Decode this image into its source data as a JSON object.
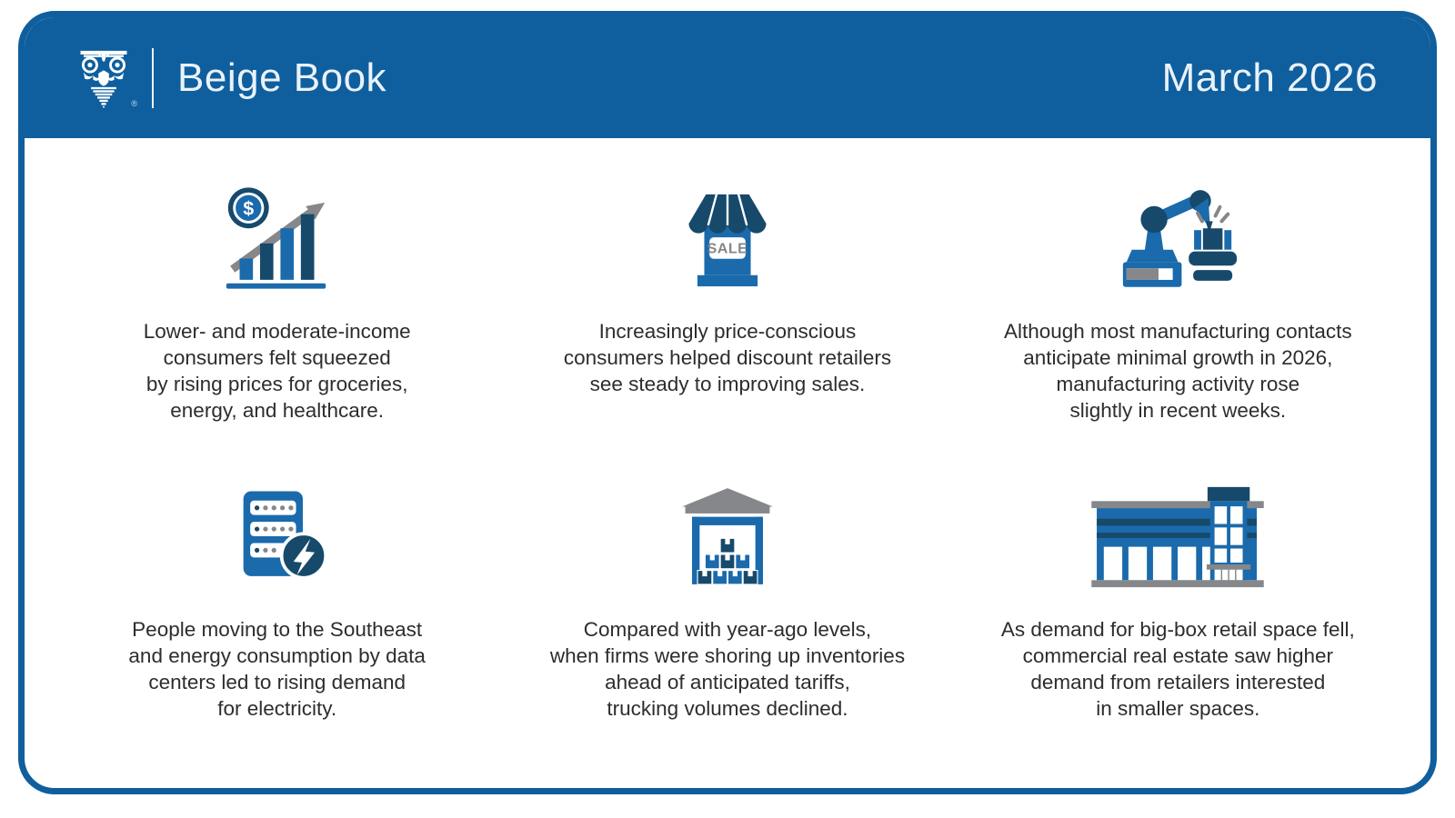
{
  "palette": {
    "brand_blue": "#0f5f9e",
    "icon_blue": "#1a6aac",
    "icon_navy": "#17496b",
    "icon_gray": "#85878a",
    "text_dark": "#2d2d2d",
    "header_text": "#eaf2f9"
  },
  "header": {
    "title": "Beige Book",
    "date": "March 2026",
    "logo": "federal-reserve-column-logo",
    "registered": "®"
  },
  "panels": [
    {
      "icon": "rising-prices-bar-chart-icon",
      "icon_symbol": "$",
      "lines": [
        "Lower- and moderate-income",
        "consumers felt squeezed",
        "by rising prices for groceries,",
        "energy, and healthcare."
      ]
    },
    {
      "icon": "discount-storefront-icon",
      "icon_label": "SALE",
      "lines": [
        "Increasingly price-conscious",
        "consumers helped discount retailers",
        "see steady to improving sales."
      ]
    },
    {
      "icon": "robotic-arm-icon",
      "lines": [
        "Although most manufacturing contacts",
        "anticipate minimal growth in 2026,",
        "manufacturing activity rose",
        "slightly in recent weeks."
      ]
    },
    {
      "icon": "data-center-electricity-icon",
      "lines": [
        "People moving to the Southeast",
        "and energy consumption by data",
        "centers led to rising demand",
        "for electricity."
      ]
    },
    {
      "icon": "warehouse-inventory-icon",
      "lines": [
        "Compared with year-ago levels,",
        "when firms were shoring up inventories",
        "ahead of anticipated tariffs,",
        "trucking volumes declined."
      ]
    },
    {
      "icon": "big-box-retail-building-icon",
      "lines": [
        "As demand for big-box retail space fell,",
        "commercial real estate saw higher",
        "demand from retailers interested",
        "in smaller spaces."
      ]
    }
  ]
}
